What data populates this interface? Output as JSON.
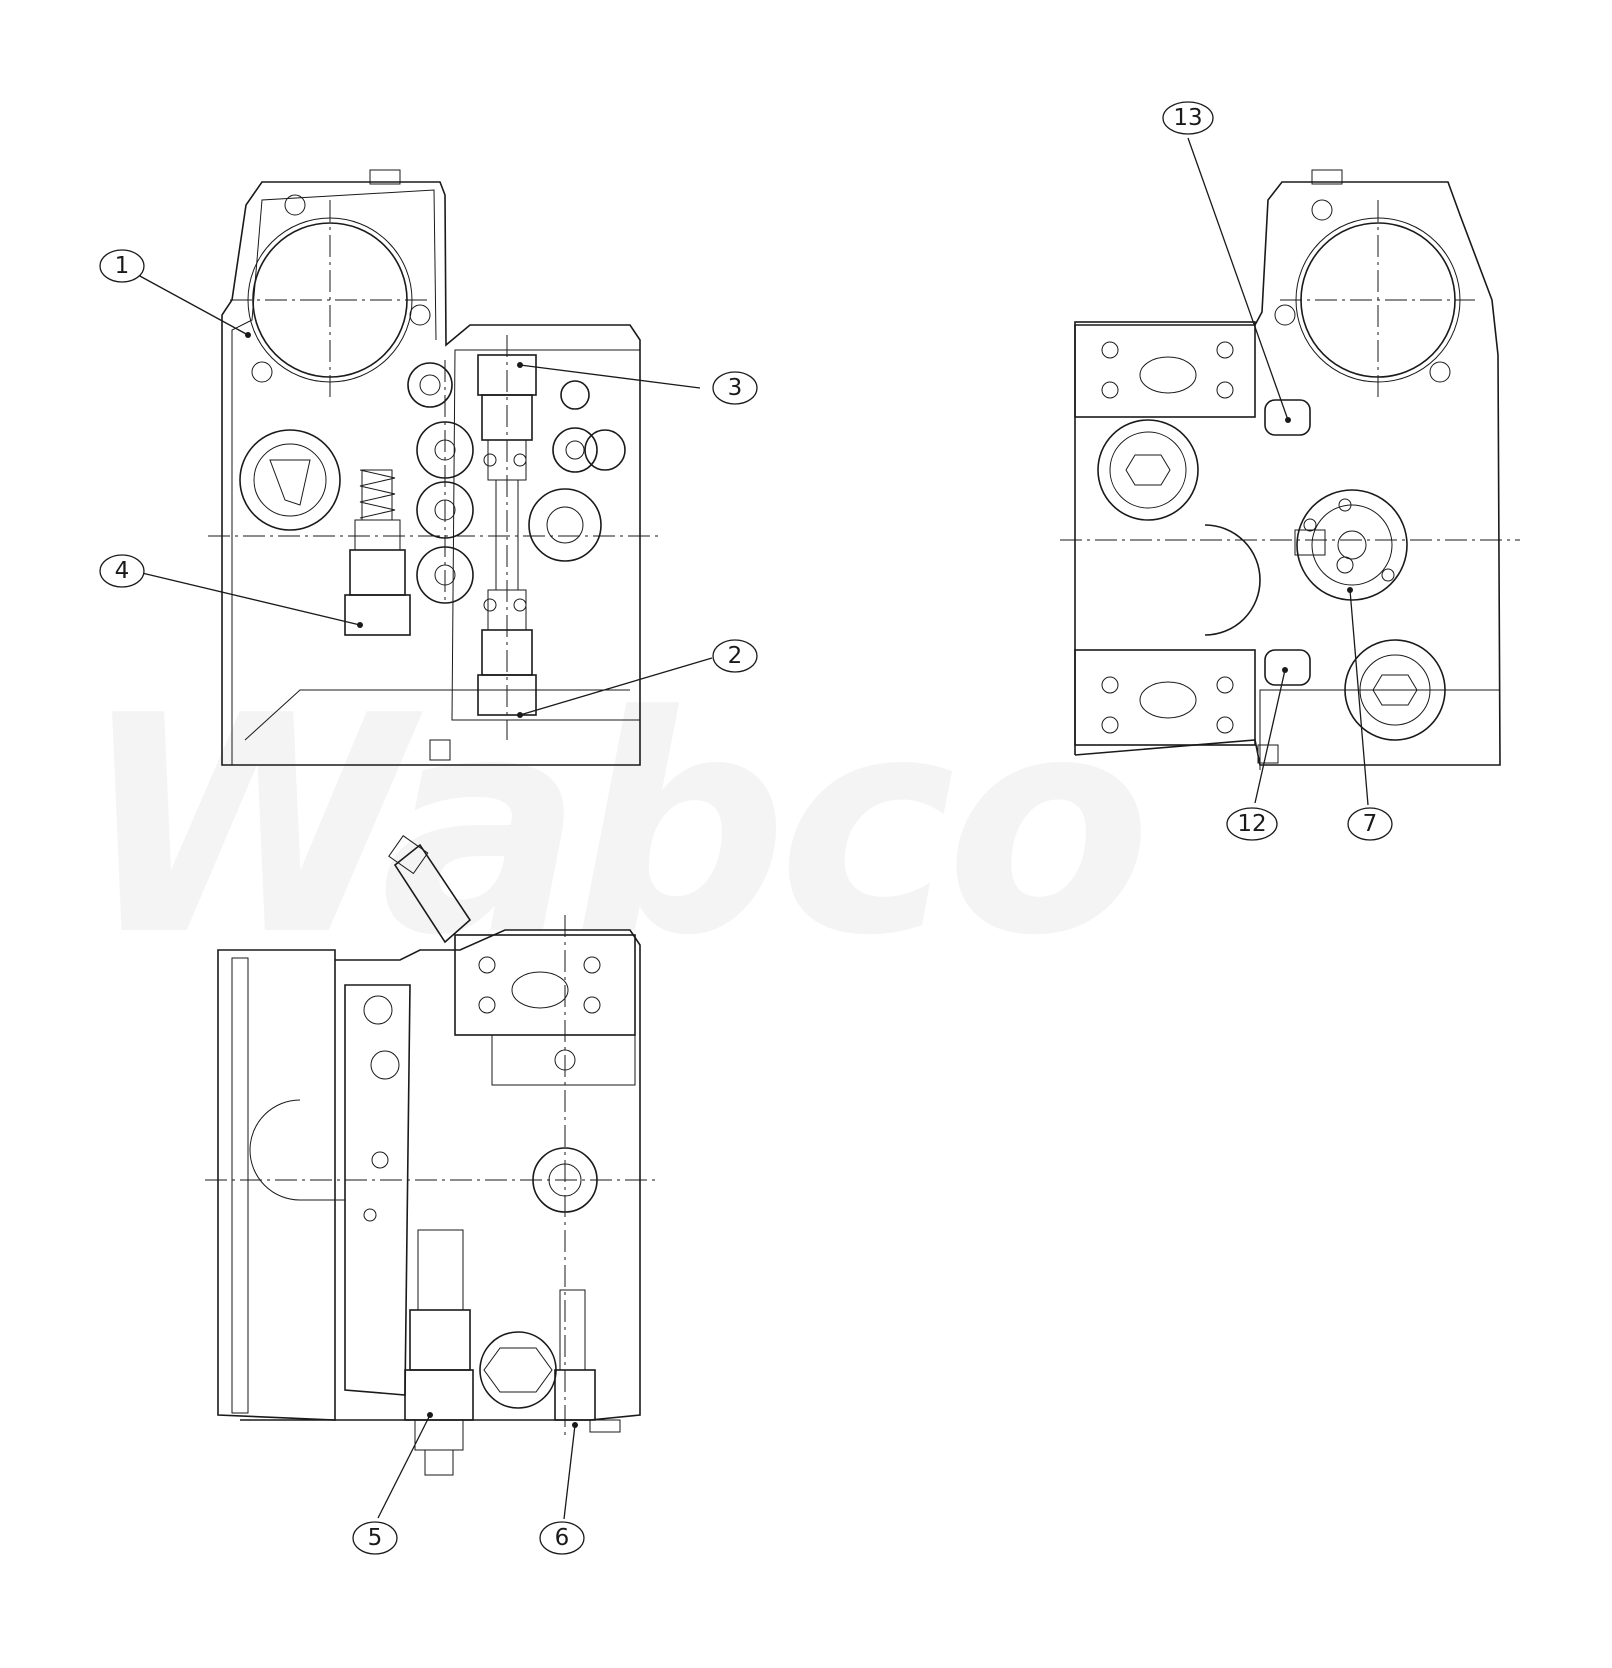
{
  "watermark": "Wabco",
  "callouts": [
    {
      "id": "callout-1",
      "label": "1"
    },
    {
      "id": "callout-2",
      "label": "2"
    },
    {
      "id": "callout-3",
      "label": "3"
    },
    {
      "id": "callout-4",
      "label": "4"
    },
    {
      "id": "callout-5",
      "label": "5"
    },
    {
      "id": "callout-6",
      "label": "6"
    },
    {
      "id": "callout-7",
      "label": "7"
    },
    {
      "id": "callout-12",
      "label": "12"
    },
    {
      "id": "callout-13",
      "label": "13"
    }
  ]
}
